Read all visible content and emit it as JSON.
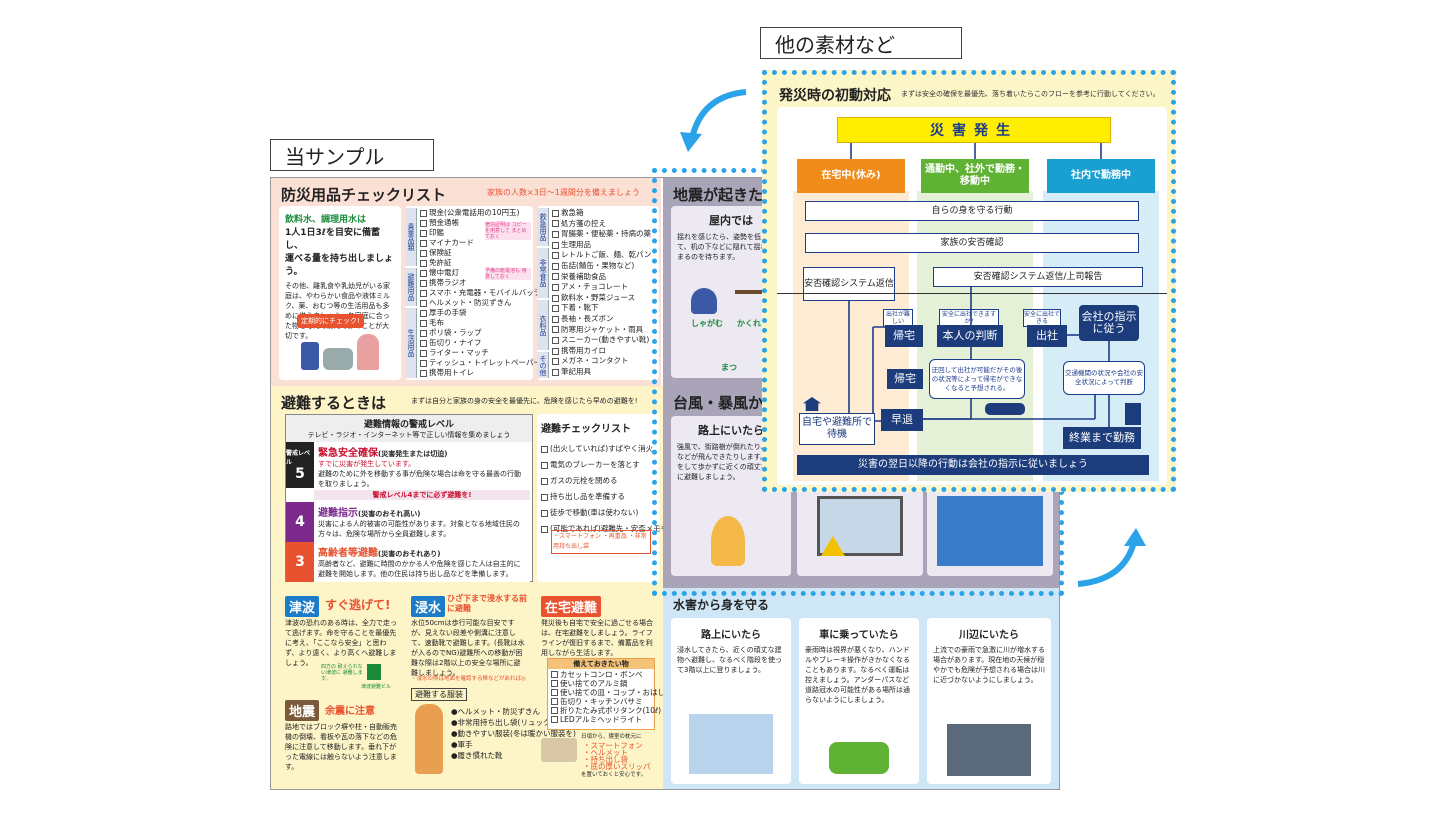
{
  "labels": {
    "sample": "当サンプル",
    "other": "他の素材など"
  },
  "checklist": {
    "title": "防災用品チェックリスト",
    "subtitle": "家族の人数×3日〜1週間分を備えましょう",
    "lead_1": "飲料水、調理用水は",
    "lead_2": "1人1日3ℓを目安に備蓄し、",
    "lead_3": "運べる量を持ち出しましょう。",
    "body": "その他、離乳食や乳幼児がいる家庭は、やわらかい食品や液体ミルク、薬、おむつ等の生活用品も多めに備えましょう。各家庭に合った物を考えて備えておくことが大切です。",
    "bubble": "定期的にチェック!",
    "cat_valuables": "貴重品類",
    "cat_evac": "避難用品",
    "cat_life": "生活用品",
    "items_a": [
      "現金(公衆電話用の10円玉)",
      "預金通帳",
      "印鑑",
      "マイナカード",
      "保険証",
      "免許証",
      "懐中電灯",
      "携帯ラジオ",
      "スマホ・充電器・モバイルバッテリー",
      "ヘルメット・防災ずきん",
      "厚手の手袋",
      "毛布",
      "ポリ袋・ラップ",
      "缶切り・ナイフ",
      "ライター・マッチ",
      "ティッシュ・トイレットペーパー",
      "携帯用トイレ"
    ],
    "pink_note_1": "宿泊証明は コピーを用意して まとめておく",
    "pink_note_2": "予備の乾電池も 用意しておく",
    "cat_first_aid": "救急用品",
    "cat_food": "非常食品",
    "cat_clothes": "衣料品",
    "cat_other": "その他",
    "items_b": [
      "救急箱",
      "処方箋の控え",
      "胃腸薬・便秘薬・持病の薬",
      "生理用品",
      "レトルトご飯、麺、乾パン",
      "缶詰(鯖缶・果物など)",
      "栄養補助食品",
      "アメ・チョコレート",
      "飲料水・野菜ジュース",
      "下着・靴下",
      "長袖・長ズボン",
      "防寒用ジャケット・雨具",
      "スニーカー(動きやすい靴)",
      "携帯用カイロ",
      "メガネ・コンタクト",
      "筆記用具"
    ]
  },
  "earthquake": {
    "title": "地震が起きたら",
    "indoor": "屋内では",
    "text": "揺れを感じたら、姿勢を低くして、机の下などに隠れて揺れが収まるのを待ちます。",
    "pose_1": "しゃがむ",
    "pose_2": "かくれる",
    "pose_3": "まつ"
  },
  "evac": {
    "title": "避難するときは",
    "note": "まずは自分と家族の身の安全を最優先に、危険を感じたら早めの避難を!",
    "alert_title": "避難情報の警戒レベル",
    "alert_sub": "テレビ・ラジオ・インターネット等で正しい情報を集めましょう",
    "level5_label": "警戒レベル",
    "level5_num": "5",
    "level5_head": "緊急安全確保",
    "level5_head_note": "(災害発生または切迫)",
    "level5_red": "すでに災害が発生しています。",
    "level5_text": "避難のために外を移動する事が危険な場合は命を守る最善の行動を取りましょう。",
    "level4_banner": "警戒レベル4までに必ず避難を!",
    "level4_num": "4",
    "level4_head": "避難指示",
    "level4_head_note": "(災害のおそれ高い)",
    "level4_text": "災害による人的被害の可能性があります。対象となる地域住民の方々は、危険な場所から全員避難します。",
    "level3_num": "3",
    "level3_head": "高齢者等避難",
    "level3_head_note": "(災害のおそれあり)",
    "level3_text": "高齢者など、避難に時間のかかる人や危険を感じた人は自主的に避難を開始します。他の住民は持ち出し品などを準備します。",
    "check_title": "避難チェックリスト",
    "check_items": [
      "(出火していれば)すばやく消火",
      "電気のブレーカーを落とす",
      "ガスの元栓を閉める",
      "持ち出し品を準備する",
      "徒歩で移動(車は使わない)",
      "(可能であれば)避難先・安否メモを玄関に貼る"
    ],
    "check_sub": "・スマートフォン ・再重品 ・非常用持ち出し袋"
  },
  "typhoon": {
    "title": "台風・暴風から",
    "sub": "路上にいたら",
    "text": "強風で、街路樹が倒れたり、看板などが飛んできたりします。無理をして歩かずに近くの頑丈な建物に避難しましょう。"
  },
  "tsunami": {
    "tag": "津波",
    "head": "すぐ逃げて!",
    "text": "津波の恐れのある時は、全力で走って逃げます。命を守ることを最優先に考え、「ここなら安全」と思わず、より遠く、より高くへ避難しましょう。",
    "sign_note": "四方の 耐えられない津波に 避難します。",
    "sign_label": "津波避難ビル",
    "quake_tag": "地震",
    "quake_head": "余震に注意",
    "quake_text": "路地ではブロック塀や柱・自動販売機の倒壊、看板や瓦の落下などの危険に注意して移動します。垂れ下がった電線には触らないよう注意します。"
  },
  "flooding": {
    "tag": "浸水",
    "head": "ひざ下まで浸水する前に避難",
    "text": "水位50cmは歩行可能な目安ですが、見えない段差や側溝に注意して、速動靴で避難します。(長靴は水が入るのでNG)避難所への移動が困難な際は2階以上の安全な場所に避難しましょう。",
    "note": "・浸水の際は地面を確認する棒などがあれば◎",
    "clothes_title": "避難する服装",
    "clothes": [
      "●ヘルメット・防災ずきん",
      "●非常用持ち出し袋(リュックが◎)",
      "●動きやすい服装(冬は暖かい服装を)",
      "●軍手",
      "●履き慣れた靴"
    ]
  },
  "home_evac": {
    "tag": "在宅避難",
    "text": "発災後も自宅で安全に過ごせる場合は、在宅避難をしましょう。ライフラインが復旧するまで、備蓄品を利用しながら生活します。",
    "prep_title": "備えておきたい物",
    "prep_items": [
      "カセットコンロ・ボンベ",
      "使い捨てのアルミ鍋",
      "使い捨ての皿・コップ・おはし",
      "缶切り・キッチンバサミ",
      "折りたたみ式ポリタンク(10ℓ)",
      "LEDアルミヘッドライト"
    ],
    "bedside_note": "日頃から、寝室の枕元に",
    "bedside_items": [
      "・スマートフォン",
      "・ヘルメット",
      "・持ち出し袋",
      "・底の厚いスリッパ"
    ],
    "bedside_end": "を置いておくと安心です。"
  },
  "water": {
    "title": "水害から身を守る",
    "c1_head": "路上にいたら",
    "c1_text": "浸水してきたら、近くの頑丈な建物へ避難し、なるべく階段を使って3階以上に登りましょう。",
    "c2_head": "車に乗っていたら",
    "c2_text": "豪雨時は視界が悪くなり、ハンドルやブレーキ操作がきかなくなることもあります。なるべく運転は控えましょう。アンダーパスなど道路冠水の可能性がある場所は通らないようにしましょう。",
    "c3_head": "川辺にいたら",
    "c3_text": "上流での豪雨で急激に川が増水する場合があります。現在地の天候が穏やかでも危険が予想される場合は川に近づかないようにしましょう。"
  },
  "overlay": {
    "title": "発災時の初動対応",
    "note": "まずは安全の確保を最優先、落ち着いたらこのフローを参考に行動してください。",
    "banner": "災害発生",
    "col1": "在宅中(休み)",
    "col2": "通勤中、社外で勤務・移動中",
    "col3": "社内で勤務中",
    "step1": "自らの身を守る行動",
    "step2": "家族の安否確認",
    "step3a": "安否確認システム返信",
    "step3b": "安否確認システム返信/上司報告",
    "tag_hard": "出社が難しい",
    "tag_can": "安全に出社できますか?",
    "tag_safe": "安全に出社できる",
    "go_home_1": "帰宅",
    "own_judge": "本人の判断",
    "go_office": "出社",
    "company_order": "会社の指示に従う",
    "note_detour": "迂回して出社が可能だがその後の状況等によって帰宅ができなくなると予想される。",
    "note_traffic": "交通機関の状況や会社の安全状況によって判断",
    "go_home_2": "帰宅",
    "leave_early": "早退",
    "shelter": "自宅や避難所で待機",
    "work_end": "終業まで勤務",
    "footer": "災害の翌日以降の行動は会社の指示に従いましょう"
  },
  "colors": {
    "accent_blue": "#2aa3e8",
    "navy": "#1c3c7c",
    "orange": "#f08c1a",
    "green": "#5fb234",
    "teal": "#1aa0d0"
  }
}
